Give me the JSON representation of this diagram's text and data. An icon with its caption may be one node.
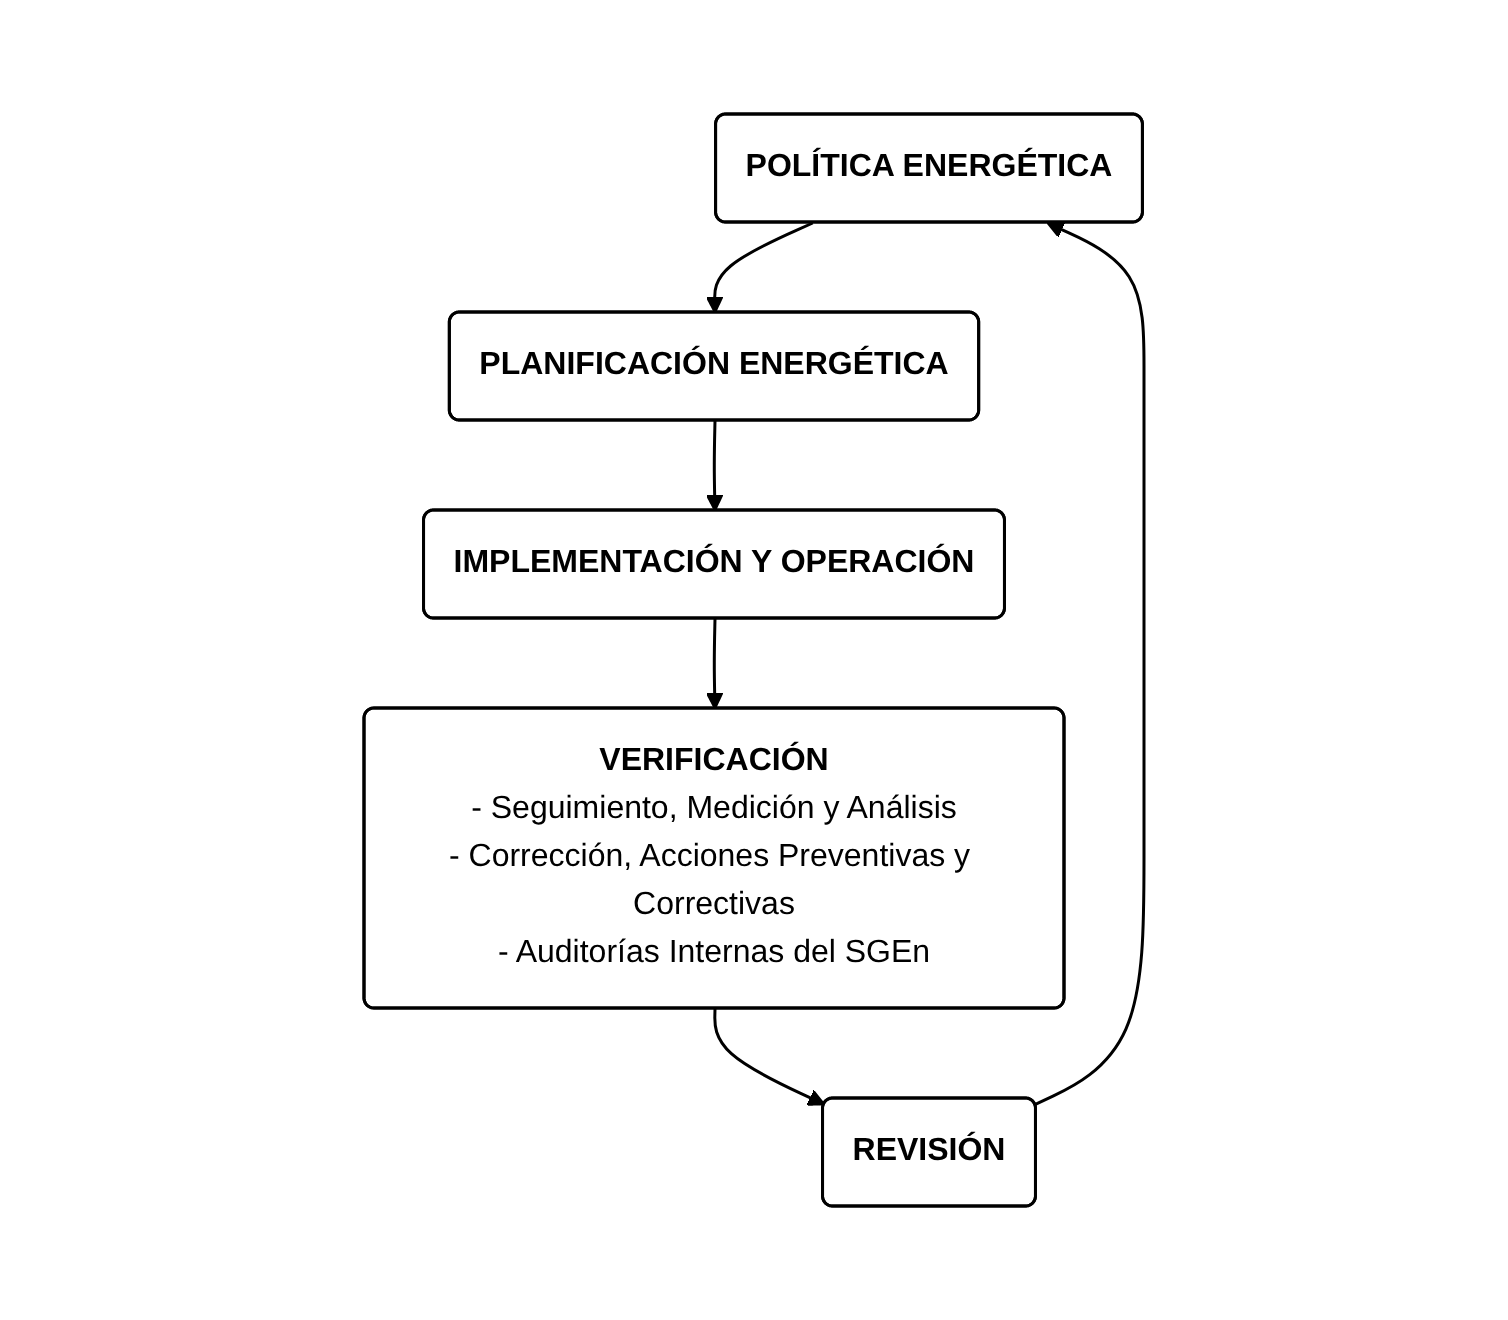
{
  "diagram": {
    "nodes": [
      {
        "text": [
          "POLÍTICA ENERGÉTICA"
        ]
      },
      {
        "text": [
          "PLANIFICACIÓN ENERGÉTICA"
        ]
      },
      {
        "text": [
          "IMPLEMENTACIÓN Y OPERACIÓN"
        ]
      },
      {
        "text": [
          "REVISIÓN"
        ]
      },
      {
        "text": [
          "VERIFICACIÓN",
          "- Seguimiento, Medición y Análisis",
          "- Corrección, Acciones Preventivas y Correctivas",
          "- Auditorías Internas del SGEn"
        ]
      }
    ],
    "edges": [
      {
        "from": 0,
        "to": 1,
        "arrow": "to"
      },
      {
        "from": 1,
        "to": 2,
        "arrow": "to"
      },
      {
        "from": 2,
        "to": 4,
        "arrow": "to"
      },
      {
        "from": 4,
        "to": 3,
        "arrow": "to"
      },
      {
        "from": 3,
        "to": 0,
        "arrow": "to"
      }
    ]
  }
}
